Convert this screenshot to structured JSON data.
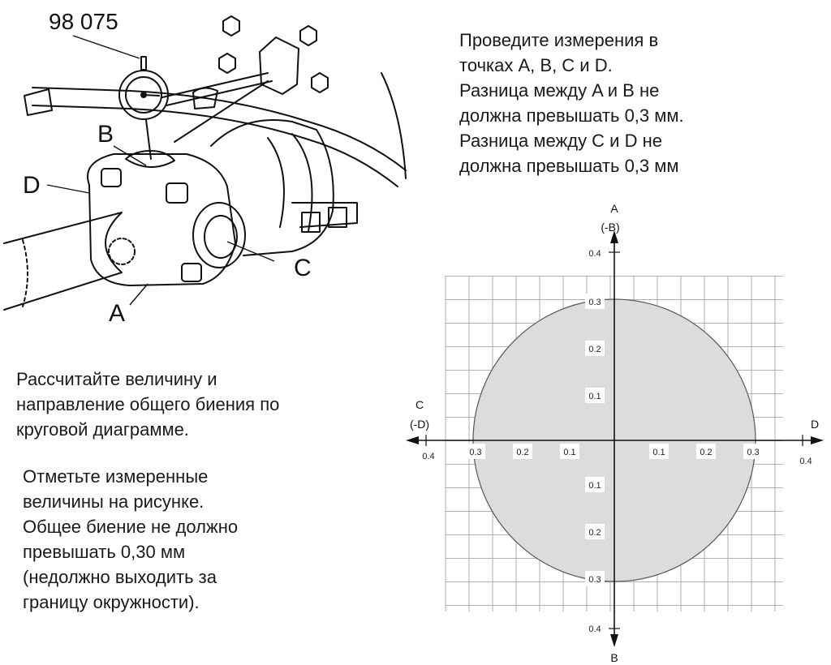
{
  "instructions": {
    "measure": [
      "Проведите измерения в",
      "точках А, В, С и D.",
      "Разница между A и B не",
      "должна превышать 0,3 мм.",
      "Разница между C и D не",
      "должна превышать 0,3 мм"
    ],
    "calculate": [
      "Рассчитайте величину и",
      "направление общего биения по",
      "круговой диаграмме."
    ],
    "mark": [
      "Отметьте измеренные",
      "величины на рисунке.",
      "Общее биение не должно",
      "превышать 0,30 мм",
      "(недолжно выходить за",
      "границу окружности)."
    ]
  },
  "drawing": {
    "tool_number": "98 075",
    "labels": {
      "a": "A",
      "b": "B",
      "c": "C",
      "d": "D"
    }
  },
  "polar_chart": {
    "axis_labels": {
      "top": [
        "A",
        "(-B)"
      ],
      "bottom": "B",
      "left": [
        "C",
        "(-D)"
      ],
      "right": "D"
    },
    "tick_labels": [
      "0.1",
      "0.2",
      "0.3"
    ],
    "end_label": "0.4",
    "tolerance_radius": 0.3,
    "fill_color": "#dcdcdc"
  }
}
